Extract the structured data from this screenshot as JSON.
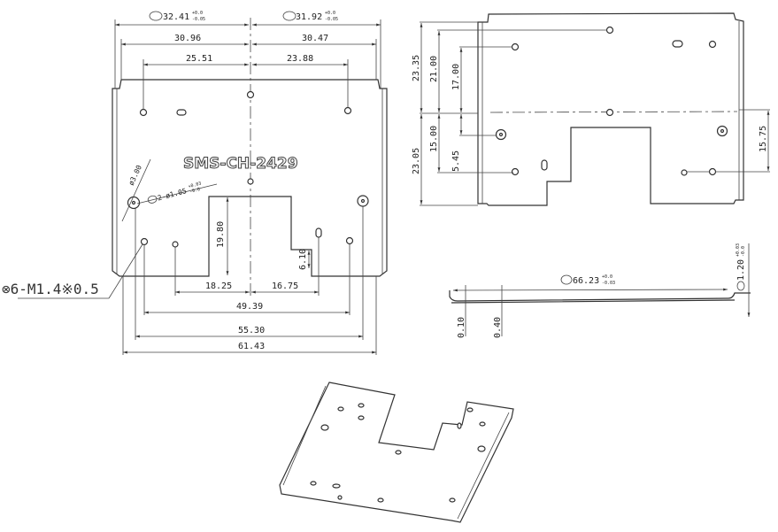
{
  "part_number": "SMS-CH-2429",
  "front_view": {
    "top_dims": [
      {
        "value": "32.41",
        "tol_plus": "+0.0",
        "tol_minus": "-0.05",
        "symbol": "QC"
      },
      {
        "value": "31.92",
        "tol_plus": "+0.0",
        "tol_minus": "-0.05",
        "symbol": "QC"
      },
      {
        "value": "30.96"
      },
      {
        "value": "30.47"
      },
      {
        "value": "25.51"
      },
      {
        "value": "23.88"
      }
    ],
    "hole_dia": "ø3.00",
    "pin_hole": {
      "label": "2-ø1.05",
      "tol_plus": "+0.03",
      "tol_minus": "-0.0",
      "symbol": "QC"
    },
    "thread_callout": "⊗6-M1.4※0.5",
    "vertical_dims": [
      "19.80",
      "6.10"
    ],
    "bottom_dims": [
      "18.25",
      "16.75",
      "49.39",
      "55.30",
      "61.43"
    ]
  },
  "top_view": {
    "left_dims": [
      "23.35",
      "23.05",
      "21.00",
      "15.00",
      "17.00",
      "5.45"
    ],
    "right_dims": [
      "15.75"
    ]
  },
  "side_view": {
    "length": {
      "value": "66.23",
      "tol_plus": "+0.0",
      "tol_minus": "-0.03",
      "symbol": "QC"
    },
    "height": {
      "value": "1.20",
      "tol_plus": "+0.03",
      "tol_minus": "-0.0",
      "symbol": "QC"
    },
    "thickness_dims": [
      "0.10",
      "0.40"
    ]
  }
}
